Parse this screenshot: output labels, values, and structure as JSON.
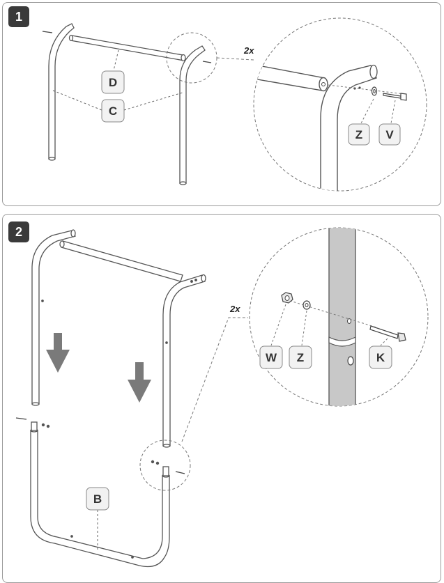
{
  "steps": [
    {
      "number": "1",
      "multiplier": "2x",
      "part_labels": [
        "D",
        "C"
      ],
      "detail_labels": [
        "Z",
        "V"
      ]
    },
    {
      "number": "2",
      "multiplier": "2x",
      "part_labels": [
        "B"
      ],
      "detail_labels": [
        "W",
        "Z",
        "K"
      ]
    }
  ],
  "colors": {
    "badge": "#3a3a3a",
    "arrow": "#7a7a7a",
    "tube_stroke": "#555555",
    "tube_fill": "#ffffff",
    "tube_shade": "#c8c8c8"
  }
}
